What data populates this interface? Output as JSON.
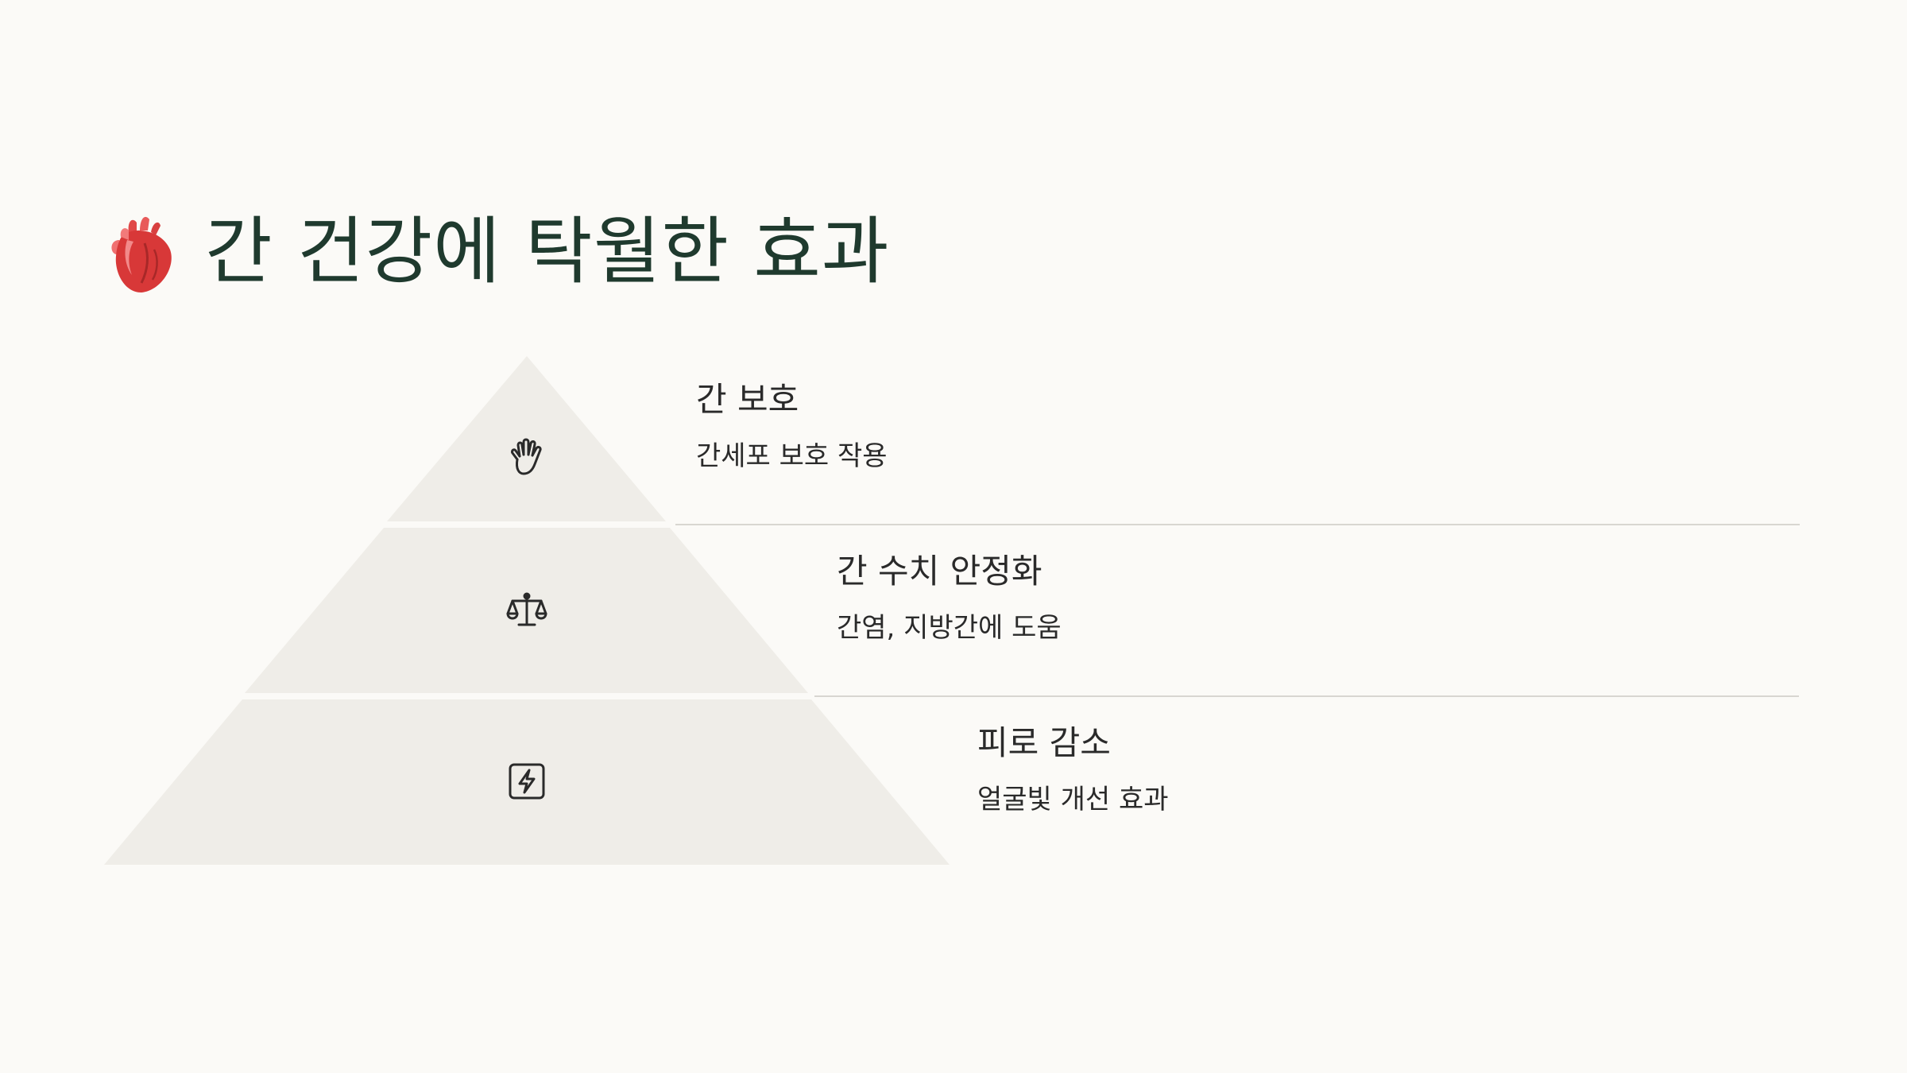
{
  "title": {
    "icon": "anatomical-heart-icon",
    "text": "간 건강에 탁월한 효과"
  },
  "colors": {
    "background": "#FBFAF7",
    "pyramid_fill": "#EFEDE8",
    "title_color": "#1F3A2E",
    "divider": "#D8D6D1"
  },
  "tiers": [
    {
      "icon": "hand-icon",
      "title": "간 보호",
      "desc": "간세포 보호 작용"
    },
    {
      "icon": "scale-icon",
      "title": "간 수치 안정화",
      "desc": "간염, 지방간에 도움"
    },
    {
      "icon": "lightning-icon",
      "title": "피로 감소",
      "desc": "얼굴빛 개선 효과"
    }
  ]
}
